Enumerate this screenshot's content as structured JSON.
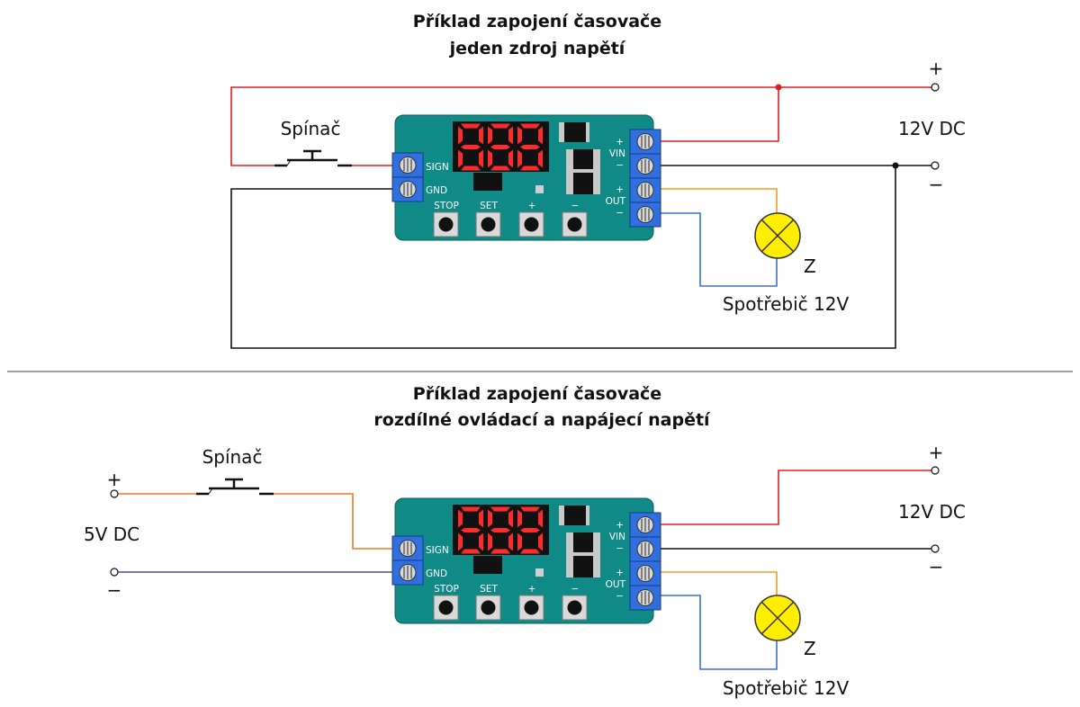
{
  "colors": {
    "board": "#0f8a87",
    "terminal": "#2f6fe0",
    "wire_red": "#e02020",
    "wire_black": "#111111",
    "wire_orange": "#f29a1e",
    "wire_blue": "#3b6fd6",
    "wire_dark_orange": "#ee7a22",
    "wire_purple": "#4a46a8",
    "lamp": "#ffee00",
    "digit": "#ff2a2a"
  },
  "top": {
    "title_line1": "Příklad zapojení časovače",
    "title_line2": "jeden zdroj napětí",
    "switch_label": "Spínač",
    "supply_label": "12V DC",
    "plus": "+",
    "minus": "−",
    "load_label": "Spotřebič 12V",
    "lamp_label": "Z"
  },
  "bottom": {
    "title_line1": "Příklad zapojení časovače",
    "title_line2": "rozdílné ovládací a napájecí napětí",
    "switch_label": "Spínač",
    "supply_label": "12V DC",
    "control_label": "5V DC",
    "plus": "+",
    "minus": "−",
    "control_plus": "+",
    "control_minus": "−",
    "load_label": "Spotřebič 12V",
    "lamp_label": "Z"
  },
  "board": {
    "sign_label": "SIGN",
    "gnd_label": "GND",
    "vin_label": "VIN",
    "out_label": "OUT",
    "plus": "+",
    "minus": "−",
    "buttons": [
      "STOP",
      "SET",
      "+",
      "−"
    ],
    "display": "888"
  }
}
